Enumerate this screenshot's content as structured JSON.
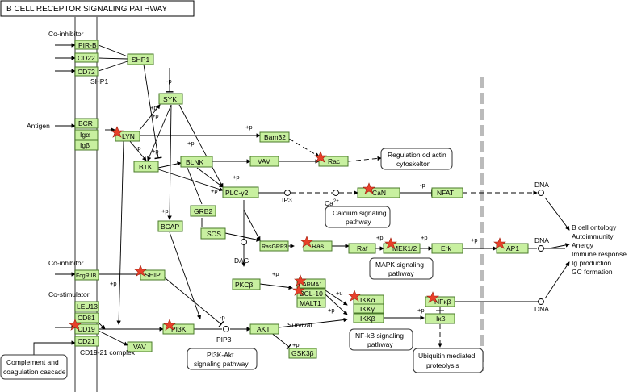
{
  "title": "B CELL RECEPTOR SIGNALING PATHWAY",
  "labels": {
    "co_inhibitor_top": "Co-inhibitor",
    "shp1_sub": "SHP1",
    "antigen": "Antigen",
    "co_inhibitor_bottom": "Co-inhibitor",
    "co_stimulator": "Co-stimulator",
    "cd19_complex": "CD19-21 complex",
    "ip3": "IP3",
    "ca": "Ca",
    "ca_sup": "2+",
    "dag": "DAG",
    "pip3": "PIP3",
    "survival": "Survival",
    "dna1": "DNA",
    "dna2": "DNA",
    "dna3": "DNA",
    "p": "p",
    "plus": "+",
    "minus": "-",
    "u": "u"
  },
  "outputs": [
    "B cell ontology",
    "Autoimmunity",
    "Anergy",
    "Immune response",
    "Ig production",
    "GC formation"
  ],
  "genes": {
    "pirb": "PIR-B",
    "cd22": "CD22",
    "cd72": "CD72",
    "shp1": "SHP1",
    "syk": "SYK",
    "bcr": "BCR",
    "iga": "Igα",
    "igb": "Igβ",
    "lyn": "LYN",
    "bam32": "Bam32",
    "rac": "Rac",
    "btk": "BTK",
    "blnk": "BLNK",
    "vav1": "VAV",
    "plcg2": "PLC-γ2",
    "can": "CaN",
    "nfat": "NFAT",
    "grb2": "GRB2",
    "sos": "SOS",
    "bcap": "BCAP",
    "rasgrp3": "RasGRP3",
    "ras": "Ras",
    "raf": "Raf",
    "mek": "MEK1/2",
    "erk": "Erk",
    "ap1": "AP1",
    "fcgr": "FcgRIIB",
    "ship": "SHIP",
    "pkcb": "PKCβ",
    "carma1": "CARMA1",
    "bcl10": "BCL-10",
    "malt1": "MALT1",
    "ikka": "IKKα",
    "ikkg": "IKKγ",
    "ikkb": "IKKβ",
    "nfkb": "NFκβ",
    "ikb": "Iκβ",
    "leu13": "LEU13",
    "cd81": "CD81",
    "cd19": "CD19",
    "cd21": "CD21",
    "pi3k": "PI3K",
    "vav2": "VAV",
    "akt": "AKT",
    "gsk3b": "GSK3β"
  },
  "pathway_boxes": {
    "actin": [
      "Regulation od actin",
      "cytoskelton"
    ],
    "calcium": [
      "Calcium signaling",
      "pathway"
    ],
    "mapk": [
      "MAPK signaling",
      "pathway"
    ],
    "nfkb_path": [
      "NF-kB signaling",
      "pathway"
    ],
    "pi3k_akt": [
      "PI3K-Akt",
      "signaling pathway"
    ],
    "ubiquitin": [
      "Ubiquitin mediated",
      "proteolysis"
    ],
    "complement": [
      "Complement and",
      "coagulation cascade"
    ]
  },
  "colors": {
    "gene_fill": "#c8f0a0",
    "star": "#e8402a",
    "membrane": "#777777",
    "nucleus_border": "#bbbbbb"
  }
}
